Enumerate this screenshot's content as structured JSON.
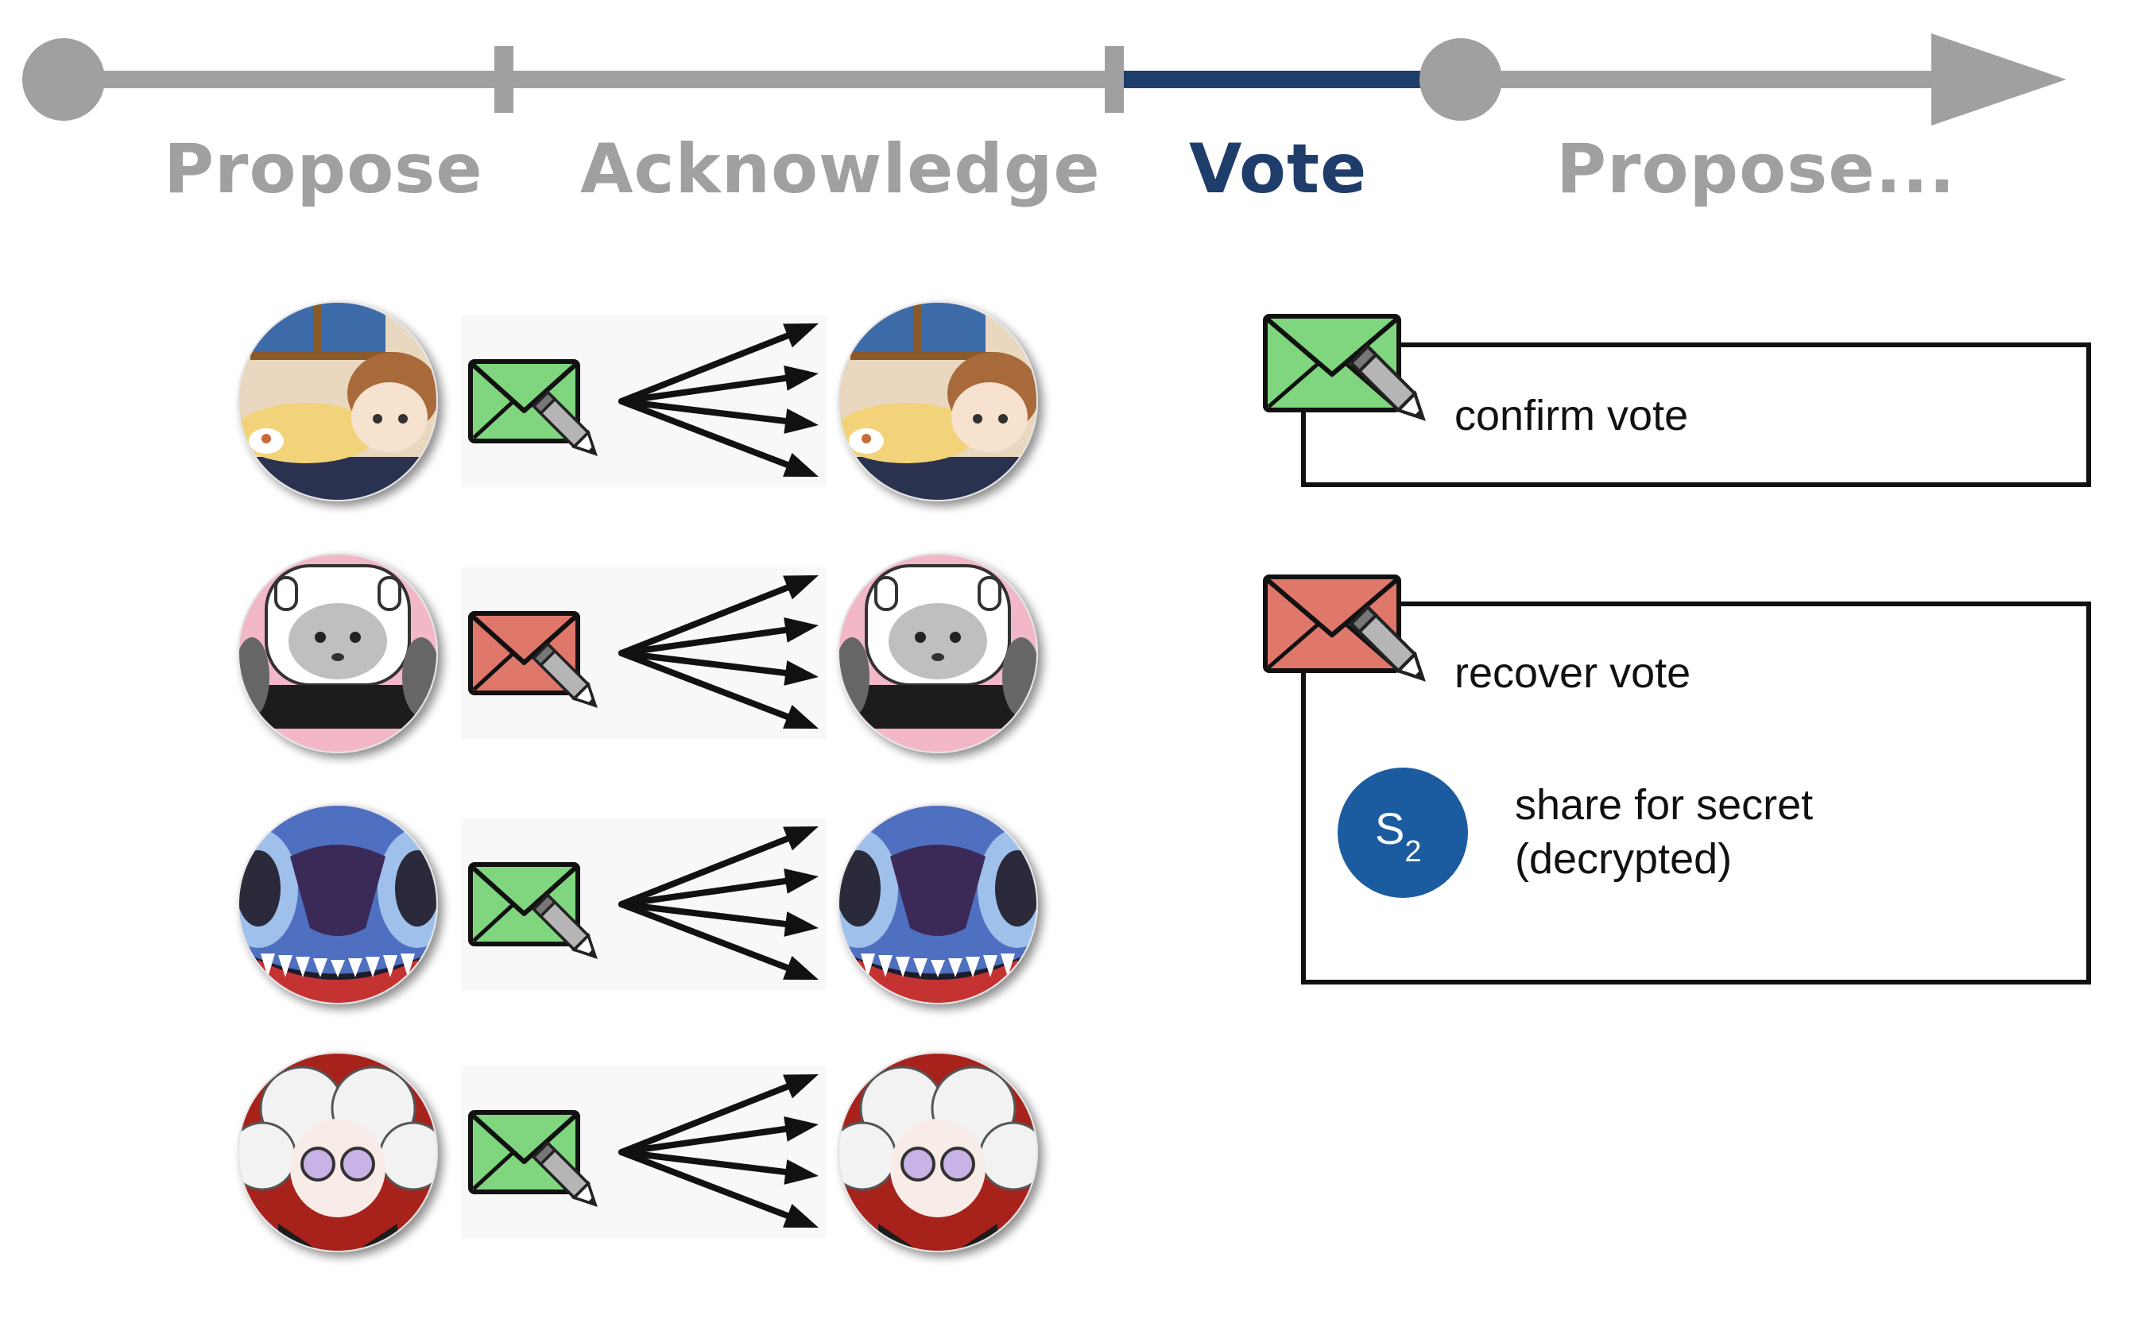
{
  "timeline": {
    "phases": [
      "Propose",
      "Acknowledge",
      "Vote",
      "Propose..."
    ],
    "active_phase": "Vote",
    "inactive_color": "#a0a0a0",
    "active_color": "#1f3d6b"
  },
  "participants": [
    {
      "avatar_icon": "anime-boy-pillow-avatar",
      "message": "confirm"
    },
    {
      "avatar_icon": "finn-adventure-time-avatar",
      "message": "recover"
    },
    {
      "avatar_icon": "stitch-avatar",
      "message": "confirm"
    },
    {
      "avatar_icon": "white-haired-girl-avatar",
      "message": "confirm"
    }
  ],
  "legend": {
    "confirm_label": "confirm vote",
    "recover_label": "recover vote",
    "share_symbol": "S",
    "share_subscript": "2",
    "share_line1": "share for secret",
    "share_line2": "(decrypted)"
  },
  "colors": {
    "confirm_envelope": "#7fd67f",
    "recover_envelope": "#e0776b",
    "share_circle": "#1b5ca0"
  }
}
